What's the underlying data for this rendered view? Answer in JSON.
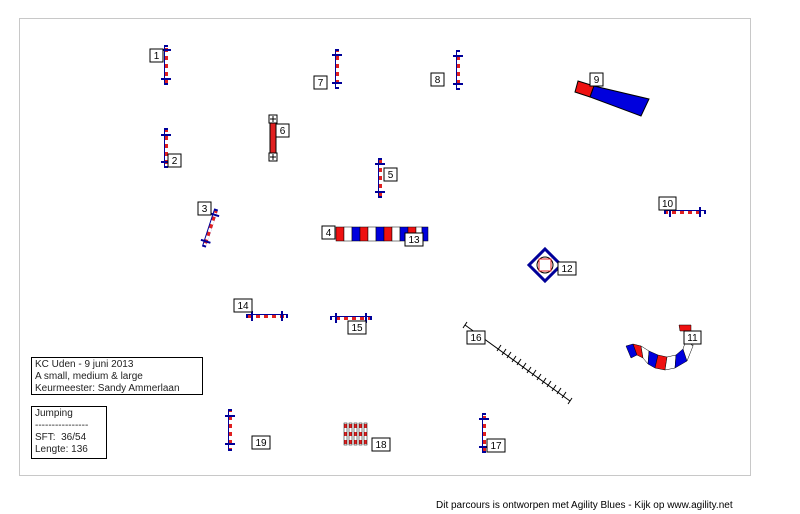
{
  "course": {
    "title_line": "KC Uden - 9 juni 2013",
    "classes_line": "A small, medium & large",
    "judge_line": "Keurmeester: Sandy Ammerlaan"
  },
  "run": {
    "type": "Jumping",
    "separator": "----------------",
    "sft": "SFT:  36/54",
    "length": "Lengte: 136"
  },
  "obstacles": [
    {
      "number": "1",
      "kind": "jump"
    },
    {
      "number": "2",
      "kind": "jump"
    },
    {
      "number": "3",
      "kind": "jump"
    },
    {
      "number": "4",
      "kind": "tunnel-start"
    },
    {
      "number": "5",
      "kind": "jump"
    },
    {
      "number": "6",
      "kind": "tyre"
    },
    {
      "number": "7",
      "kind": "jump"
    },
    {
      "number": "8",
      "kind": "jump"
    },
    {
      "number": "9",
      "kind": "collapsed-tunnel"
    },
    {
      "number": "10",
      "kind": "jump"
    },
    {
      "number": "11",
      "kind": "curved-tunnel"
    },
    {
      "number": "12",
      "kind": "table"
    },
    {
      "number": "13",
      "kind": "tunnel-end"
    },
    {
      "number": "14",
      "kind": "jump"
    },
    {
      "number": "15",
      "kind": "jump"
    },
    {
      "number": "16",
      "kind": "dogwalk"
    },
    {
      "number": "17",
      "kind": "jump"
    },
    {
      "number": "18",
      "kind": "weave-poles"
    },
    {
      "number": "19",
      "kind": "jump"
    }
  ],
  "footer": "Dit parcours is ontworpen met Agility Blues - Kijk op www.agility.net",
  "colors": {
    "pole_red": "#e02020",
    "pole_white": "#ffffff",
    "wing_blue": "#000099",
    "tunnel_blue": "#0000dd",
    "tunnel_red": "#ee1111",
    "border": "#c8c8c8"
  }
}
